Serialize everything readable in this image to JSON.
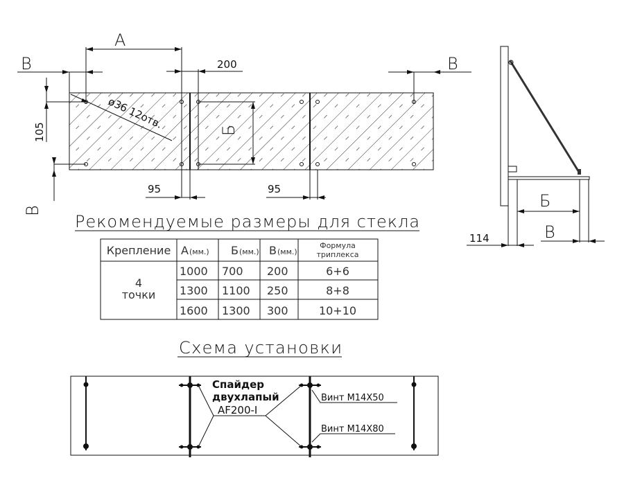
{
  "top_view": {
    "label_a": "A",
    "label_v_left_top": "B",
    "label_v_left_bottom": "B",
    "label_v_right": "B",
    "dim_200": "200",
    "dim_105": "105",
    "dim_95_left": "95",
    "dim_95_right": "95",
    "holes_note": "ø36 12отв.",
    "label_b_inner": "Б"
  },
  "side_view": {
    "label_b": "Б",
    "label_v": "В",
    "dim_114": "114"
  },
  "table": {
    "title": "Рекомендуемые размеры для стекла",
    "headers": {
      "mount": "Крепление",
      "a": "А",
      "b": "Б",
      "v": "В",
      "unit": "(мм.)",
      "formula_1": "Формула",
      "formula_2": "триплекса"
    },
    "mount_value_1": "4",
    "mount_value_2": "точки",
    "rows": [
      {
        "a": "1000",
        "b": "700",
        "v": "200",
        "formula": "6+6"
      },
      {
        "a": "1300",
        "b": "1100",
        "v": "250",
        "formula": "8+8"
      },
      {
        "a": "1600",
        "b": "1300",
        "v": "300",
        "formula": "10+10"
      }
    ]
  },
  "scheme": {
    "title": "Схема установки",
    "spider_1": "Спайдер",
    "spider_2": "двухлапый",
    "spider_model": "AF200-I",
    "screw_1": "Винт  М14Х50",
    "screw_2": "Винт  М14Х80"
  }
}
